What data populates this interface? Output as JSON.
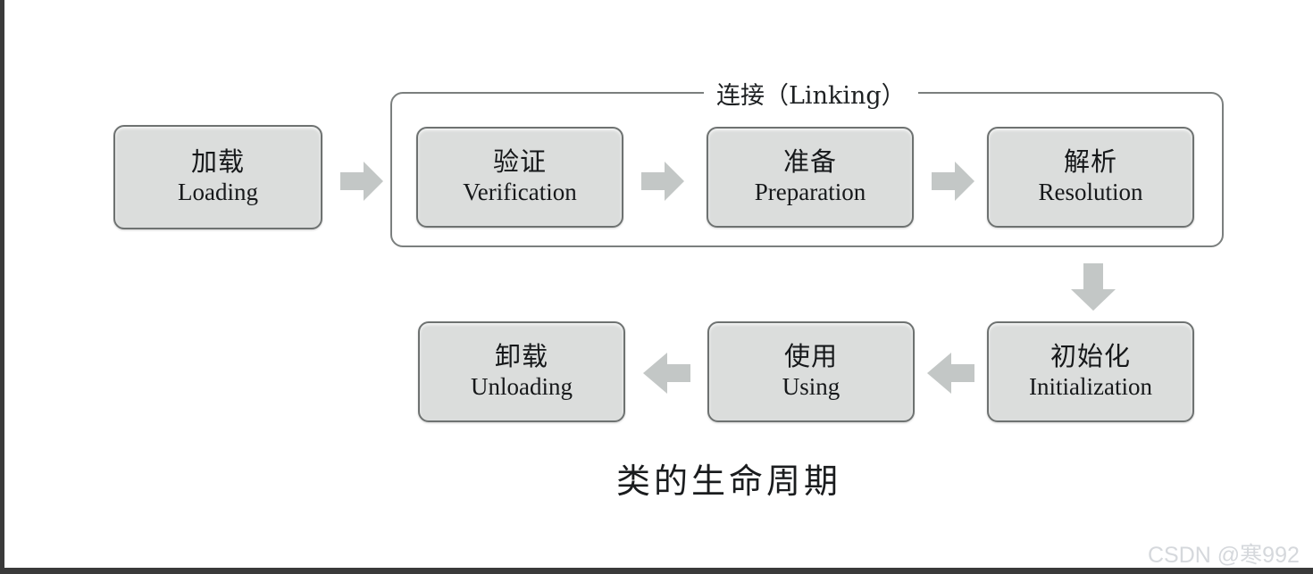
{
  "diagram": {
    "caption": "类的生命周期",
    "group": {
      "label": "连接（Linking）"
    },
    "boxes": [
      {
        "id": "loading",
        "cn": "加载",
        "en": "Loading"
      },
      {
        "id": "verification",
        "cn": "验证",
        "en": "Verification"
      },
      {
        "id": "preparation",
        "cn": "准备",
        "en": "Preparation"
      },
      {
        "id": "resolution",
        "cn": "解析",
        "en": "Resolution"
      },
      {
        "id": "initialization",
        "cn": "初始化",
        "en": "Initialization"
      },
      {
        "id": "using",
        "cn": "使用",
        "en": "Using"
      },
      {
        "id": "unloading",
        "cn": "卸载",
        "en": "Unloading"
      }
    ],
    "arrows": [
      {
        "id": "loading-to-verification",
        "direction": "right"
      },
      {
        "id": "verification-to-preparation",
        "direction": "right"
      },
      {
        "id": "preparation-to-resolution",
        "direction": "right"
      },
      {
        "id": "resolution-to-initialization",
        "direction": "down"
      },
      {
        "id": "initialization-to-using",
        "direction": "left"
      },
      {
        "id": "using-to-unloading",
        "direction": "left"
      }
    ],
    "colors": {
      "box_fill": "#dbdddc",
      "box_border": "#6e7271",
      "group_border": "#7b7f7e",
      "arrow_fill": "#c3c7c6",
      "text": "#16181a",
      "background": "#ffffff"
    }
  },
  "watermark": {
    "text": "CSDN @寒992"
  }
}
